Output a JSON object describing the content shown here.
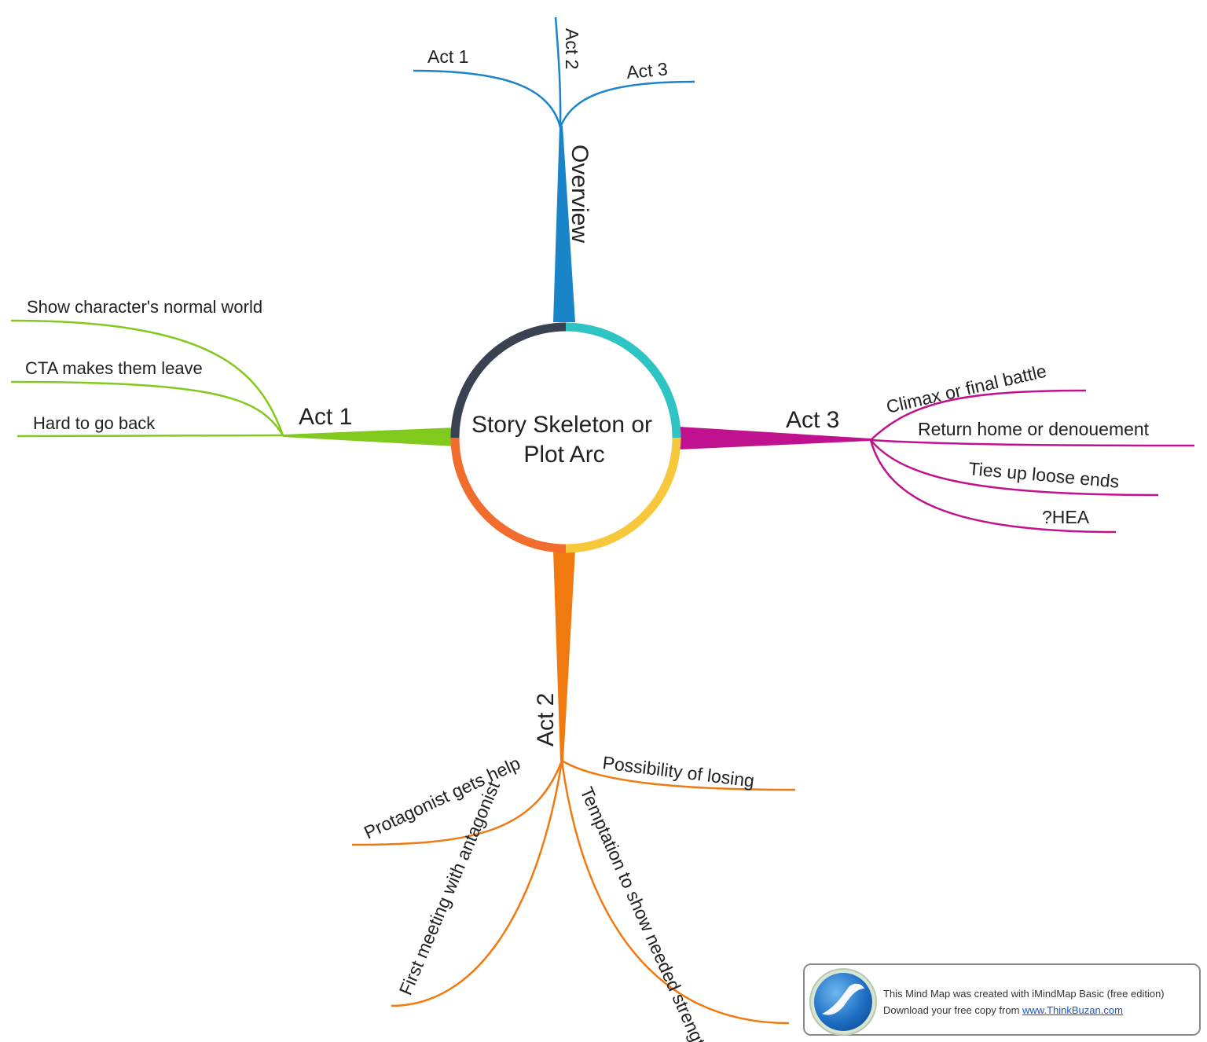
{
  "central_topic": {
    "line1": "Story Skeleton or",
    "line2": "Plot Arc"
  },
  "branches": {
    "overview": {
      "label": "Overview",
      "color": "#1a84c8",
      "children": [
        "Act 1",
        "Act 2",
        "Act 3"
      ]
    },
    "act1": {
      "label": "Act 1",
      "color": "#82c91e",
      "children": [
        "Show character's normal world",
        "CTA makes them leave",
        "Hard to go back"
      ]
    },
    "act3": {
      "label": "Act 3",
      "color": "#c0128e",
      "children": [
        "Climax or final battle",
        "Return home or denouement",
        "Ties up loose ends",
        "?HEA"
      ]
    },
    "act2": {
      "label": "Act 2",
      "color": "#f07a10",
      "children": [
        "Possibility of losing",
        "Protagonist gets help",
        "First meeting with antagonist",
        "Temptation to show needed strength"
      ]
    }
  },
  "ring_colors": {
    "top_left": "#3a4150",
    "top_right": "#2ec4c4",
    "bottom_right": "#f7c83c",
    "bottom_left": "#f26c2e"
  },
  "credit": {
    "line1": "This Mind Map was created with iMindMap Basic (free edition)",
    "line2_prefix": "Download your free copy from ",
    "link_text": "www.ThinkBuzan.com"
  }
}
